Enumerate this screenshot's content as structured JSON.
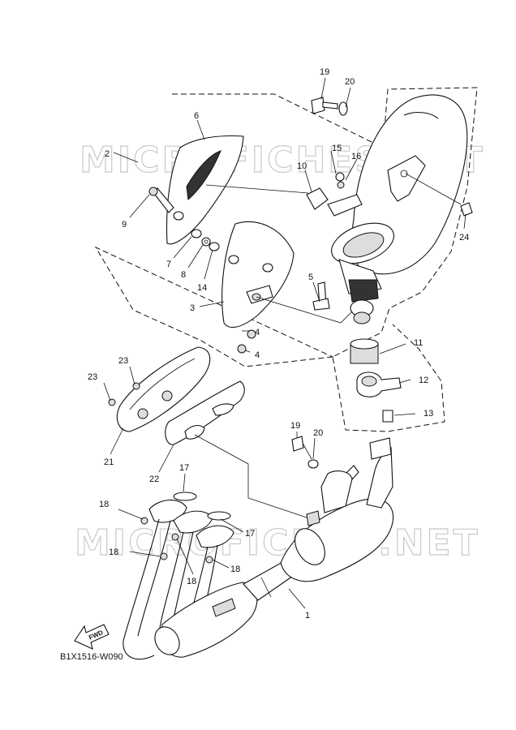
{
  "diagram_code": "B1X1516-W090",
  "watermarks": [
    "MICROFICHES.NET",
    "MICROFICHES.NET"
  ],
  "fwd_label": "FWD",
  "parts": [
    {
      "id": "p19a",
      "number": "19"
    },
    {
      "id": "p20a",
      "number": "20"
    },
    {
      "id": "p6",
      "number": "6"
    },
    {
      "id": "p2",
      "number": "2"
    },
    {
      "id": "p15",
      "number": "15"
    },
    {
      "id": "p16",
      "number": "16"
    },
    {
      "id": "p10",
      "number": "10"
    },
    {
      "id": "p9",
      "number": "9"
    },
    {
      "id": "p24",
      "number": "24"
    },
    {
      "id": "p7",
      "number": "7"
    },
    {
      "id": "p8",
      "number": "8"
    },
    {
      "id": "p14",
      "number": "14"
    },
    {
      "id": "p5",
      "number": "5"
    },
    {
      "id": "p3",
      "number": "3"
    },
    {
      "id": "p4a",
      "number": "4"
    },
    {
      "id": "p4b",
      "number": "4"
    },
    {
      "id": "p11",
      "number": "11"
    },
    {
      "id": "p23a",
      "number": "23"
    },
    {
      "id": "p23b",
      "number": "23"
    },
    {
      "id": "p12",
      "number": "12"
    },
    {
      "id": "p13",
      "number": "13"
    },
    {
      "id": "p19b",
      "number": "19"
    },
    {
      "id": "p20b",
      "number": "20"
    },
    {
      "id": "p21",
      "number": "21"
    },
    {
      "id": "p22",
      "number": "22"
    },
    {
      "id": "p17a",
      "number": "17"
    },
    {
      "id": "p18a",
      "number": "18"
    },
    {
      "id": "p17b",
      "number": "17"
    },
    {
      "id": "p18b",
      "number": "18"
    },
    {
      "id": "p18c",
      "number": "18"
    },
    {
      "id": "p18d",
      "number": "18"
    },
    {
      "id": "p1",
      "number": "1"
    }
  ]
}
